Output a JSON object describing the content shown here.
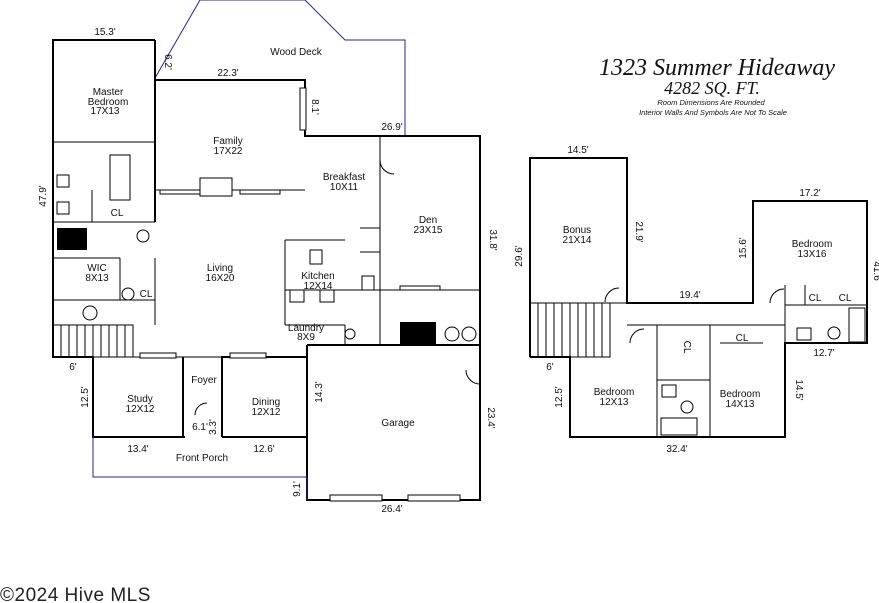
{
  "title": {
    "address": "1323 Summer Hideaway",
    "area": "4282 SQ. FT.",
    "note1": "Room Dimensions Are Rounded",
    "note2": "Interior Walls And Symbols Are Not To Scale"
  },
  "copyright": "©2024 Hive MLS",
  "first_floor": {
    "rooms": {
      "master_name": "Master\nBedroom",
      "master_size": "17X13",
      "family_name": "Family",
      "family_size": "17X22",
      "breakfast_name": "Breakfast",
      "breakfast_size": "10X11",
      "den_name": "Den",
      "den_size": "23X15",
      "living_name": "Living",
      "living_size": "16X20",
      "kitchen_name": "Kitchen",
      "kitchen_size": "12X14",
      "wic_name": "WIC",
      "wic_size": "8X13",
      "laundry_name": "Laundry",
      "laundry_size": "8X9",
      "study_name": "Study",
      "study_size": "12X12",
      "foyer_name": "Foyer",
      "dining_name": "Dining",
      "dining_size": "12X12",
      "garage_name": "Garage",
      "porch_name": "Front Porch",
      "deck_name": "Wood Deck",
      "cl1": "CL",
      "cl2": "CL"
    },
    "dims": {
      "d1": "15.3'",
      "d2": "6.2'",
      "d3": "22.3'",
      "d4": "8.1'",
      "d5": "26.9'",
      "d6": "47.9'",
      "d7": "31.8'",
      "d8": "6'",
      "d9": "12.5'",
      "d10": "6.1'",
      "d11": "3.3'",
      "d12": "14.3'",
      "d13": "23.4'",
      "d14": "13.4'",
      "d15": "12.6'",
      "d16": "9.1'",
      "d17": "26.4'"
    }
  },
  "second_floor": {
    "rooms": {
      "bonus_name": "Bonus",
      "bonus_size": "21X14",
      "bed1_name": "Bedroom",
      "bed1_size": "13X16",
      "bed2_name": "Bedroom",
      "bed2_size": "12X13",
      "bed3_name": "Bedroom",
      "bed3_size": "14X13",
      "cl1": "CL",
      "cl2": "CL",
      "cl3": "CL",
      "cl4": "CL"
    },
    "dims": {
      "d1": "14.5'",
      "d2": "29.6'",
      "d3": "21.9'",
      "d4": "19.4'",
      "d5": "17.2'",
      "d6": "15.6'",
      "d7": "41.6'",
      "d8": "12.7'",
      "d9": "6'",
      "d10": "12.5'",
      "d11": "14.5'",
      "d12": "32.4'"
    }
  }
}
